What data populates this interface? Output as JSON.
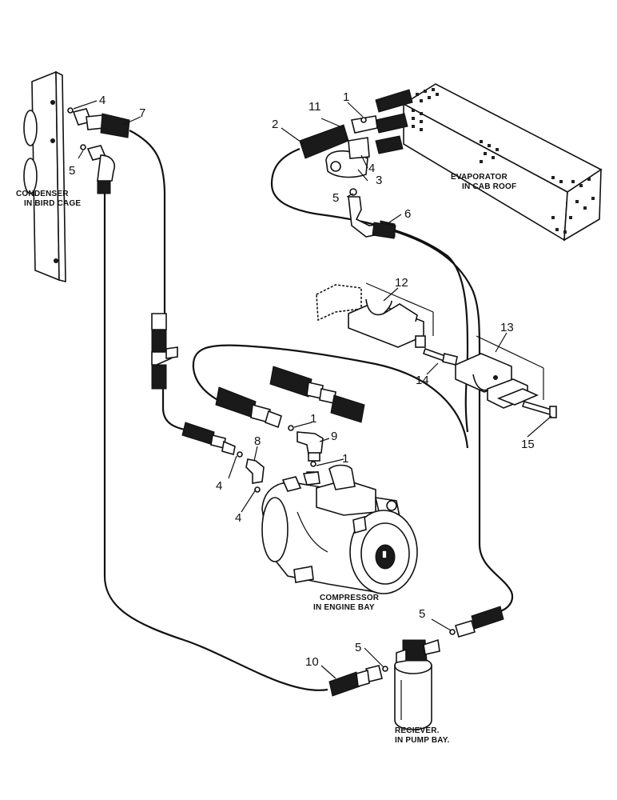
{
  "components": {
    "condenser": {
      "line1": "CONDENSER",
      "line2": "IN BIRD CAGE"
    },
    "evaporator": {
      "line1": "EVAPORATOR",
      "line2": "IN CAB ROOF"
    },
    "compressor": {
      "line1": "COMPRESSOR",
      "line2": "IN ENGINE BAY"
    },
    "receiver": {
      "line1": "RECIEVER.",
      "line2": "IN PUMP BAY."
    }
  },
  "callouts": {
    "c4a": "4",
    "c5a": "5",
    "c7": "7",
    "c11": "11",
    "c1a": "1",
    "c2": "2",
    "c4b": "4",
    "c3": "3",
    "c5b": "5",
    "c6": "6",
    "c12": "12",
    "c13": "13",
    "c14": "14",
    "c1b": "1",
    "c9": "9",
    "c8": "8",
    "c1c": "1",
    "c4c": "4",
    "c4d": "4",
    "c15": "15",
    "c5c": "5",
    "c5d": "5",
    "c10": "10"
  }
}
